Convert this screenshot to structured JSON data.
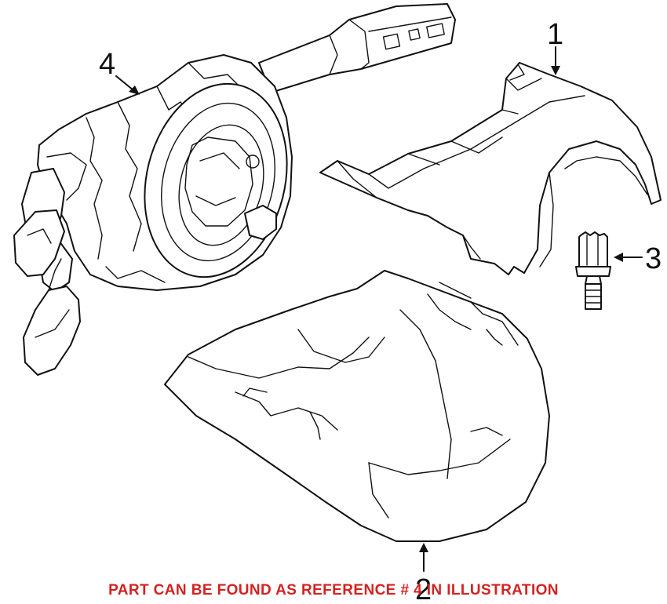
{
  "callouts": [
    {
      "label": "1"
    },
    {
      "label": "2"
    },
    {
      "label": "3"
    },
    {
      "label": "4"
    }
  ],
  "caption": {
    "text": "PART CAN BE FOUND AS REFERENCE # 4 IN ILLUSTRATION",
    "color": "#d32222"
  },
  "parts": [
    {
      "ref": "1",
      "icon": "upper-column-cover"
    },
    {
      "ref": "2",
      "icon": "lower-column-cover"
    },
    {
      "ref": "3",
      "icon": "screw"
    },
    {
      "ref": "4",
      "icon": "clockspring-switch-assembly"
    }
  ]
}
